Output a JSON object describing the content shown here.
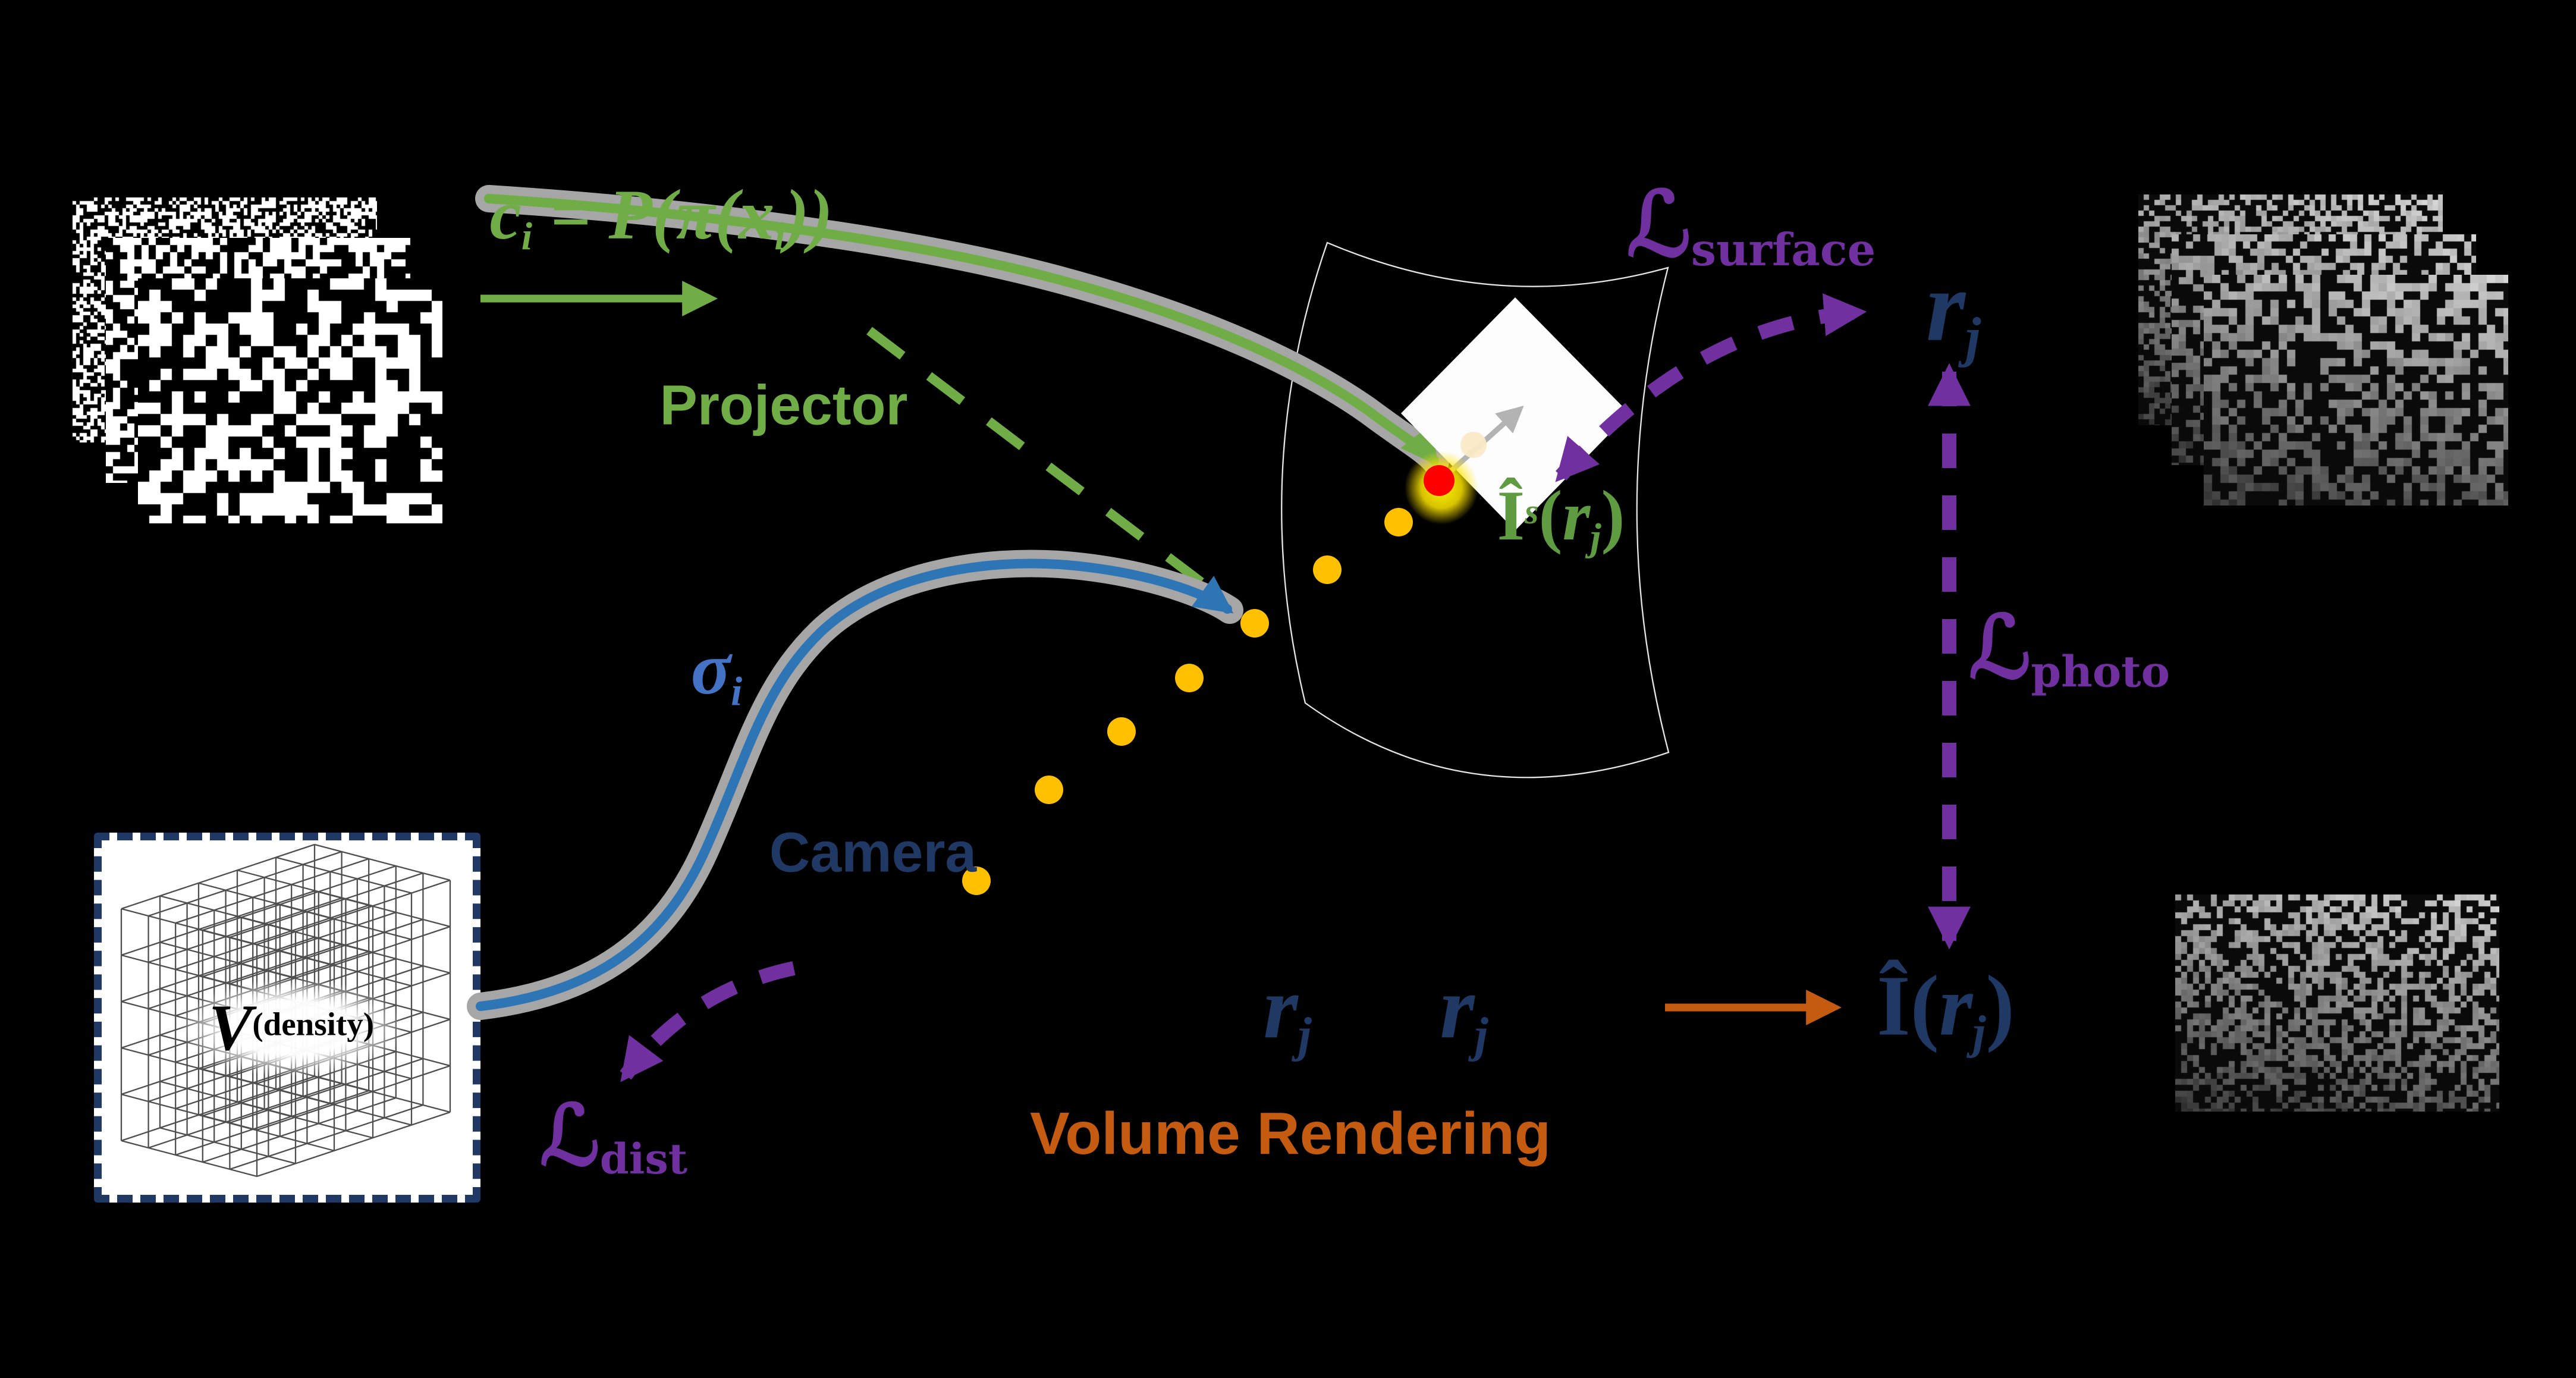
{
  "colors": {
    "background": "#000000",
    "green": "#70AD47",
    "green_dark": "#5E9B41",
    "blue": "#2E75B6",
    "light_blue": "#4472C4",
    "navy": "#1F3864",
    "purple": "#7030A0",
    "orange": "#C55A11",
    "sample_yellow": "#FFC000",
    "hit_red": "#FF0000",
    "tube_gray": "#A6A6A6",
    "patch_line": "#E5E5E5",
    "white": "#FFFFFF"
  },
  "projector": {
    "label": "Projector",
    "equation": {
      "lhs_base": "c",
      "lhs_sub": "i",
      "mid": " = P(π(",
      "arg_base": "x",
      "arg_sub": "i",
      "end": "))"
    }
  },
  "camera": {
    "label": "Camera",
    "density_base": "σ",
    "density_sub": "i"
  },
  "volume": {
    "base": "V",
    "sup": "(density)"
  },
  "volume_rendering": {
    "label": "Volume Rendering"
  },
  "losses": {
    "surface": {
      "l": "ℒ",
      "sub": "surface"
    },
    "photo": {
      "l": "ℒ",
      "sub": "photo"
    },
    "dist": {
      "l": "ℒ",
      "sub": "dist"
    }
  },
  "rays": {
    "ray_top": {
      "base": "r",
      "sub": "j"
    },
    "ray_sample_1": {
      "base": "r",
      "sub": "j"
    },
    "ray_sample_2": {
      "base": "r",
      "sub": "j"
    },
    "rendered_pixel": {
      "hat": "Î",
      "open": "(",
      "base": "r",
      "sub": "j",
      "close": ")"
    },
    "surface_pixel": {
      "hat": "Î",
      "sup": "s",
      "open": "(",
      "base": "r",
      "sub": "j",
      "close": ")"
    }
  },
  "images": {
    "projector_patterns": {
      "description": "binary speckle projector pattern stack",
      "count": 3
    },
    "captured_views": {
      "description": "captured structured-light image stack",
      "count": 3
    },
    "rendered_view": {
      "description": "rendered structured-light image",
      "count": 1
    }
  }
}
